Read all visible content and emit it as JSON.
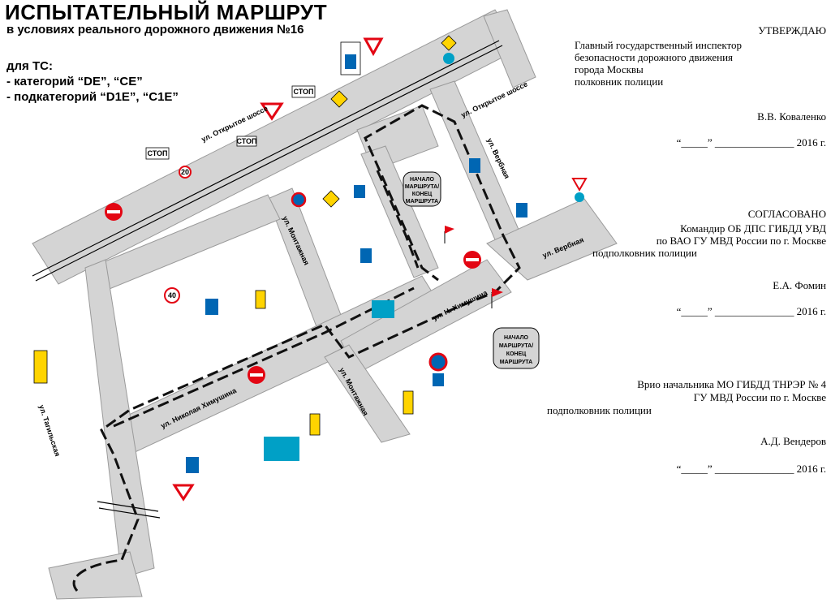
{
  "header": {
    "title": "ИСПЫТАТЕЛЬНЫЙ МАРШРУТ",
    "subtitle": "в условиях реального дорожного движения №16"
  },
  "vehicles": {
    "heading": "для ТС:",
    "line1": "- категорий “DE”, “CE”",
    "line2": "- подкатегорий “D1E”, “C1E”"
  },
  "approvals": {
    "approve": {
      "heading": "УТВЕРЖДАЮ",
      "line1": "Главный государственный инспектор",
      "line2": "безопасности дорожного движения",
      "line3": "города Москвы",
      "line4": "полковник полиции",
      "name": "В.В. Коваленко",
      "date": "“_____” _______________ 2016 г."
    },
    "agreed": {
      "heading": "СОГЛАСОВАНО",
      "line1": "Командир ОБ ДПС ГИБДД УВД",
      "line2": "по ВАО ГУ МВД России по г. Москве",
      "line3": "подполковник полиции",
      "name": "Е.А. Фомин",
      "date": "“_____” _______________ 2016 г."
    },
    "acting": {
      "line1": "Врио начальника МО ГИБДД ТНРЭР № 4",
      "line2": "ГУ МВД России по г. Москве",
      "line3": "подполковник полиции",
      "name": "А.Д. Вендеров",
      "date": "“_____” _______________ 2016 г."
    }
  },
  "streets": {
    "otkrytoe1": "ул. Открытое шоссе",
    "otkrytoe2": "ул. Открытое шоссе",
    "verbnaya1": "ул. Вербная",
    "verbnaya2": "ул. Вербная",
    "montazhnaya1": "ул. Монтажная",
    "montazhnaya2": "ул. Монтажная",
    "khimushina1": "ул. Николая Химушина",
    "khimushina2": "ул. Н. Химушина",
    "tagilskaya": "ул. Тагильская"
  },
  "callouts": {
    "route_start1": [
      "НАЧАЛО",
      "МАРШРУТА/",
      "КОНЕЦ",
      "МАРШРУТА"
    ],
    "route_start2": [
      "НАЧАЛО",
      "МАРШРУТА/",
      "КОНЕЦ",
      "МАРШРУТА"
    ]
  },
  "signs": {
    "stop": "СТОП",
    "speed20": "20",
    "speed40": "40"
  },
  "colors": {
    "road": "#d4d4d4",
    "road_edge": "#9a9a9a",
    "route": "#111111",
    "sign_red": "#e30613",
    "sign_blue": "#0066b3",
    "sign_yellow": "#ffd400"
  }
}
